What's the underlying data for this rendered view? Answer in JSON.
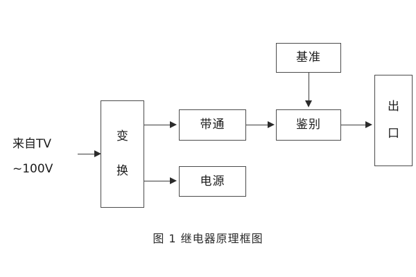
{
  "figure": {
    "caption": "图 1  继电器原理框图",
    "background_color": "#ffffff",
    "line_color": "#3a3a3a",
    "box_border_color": "#4a4a4a",
    "text_color": "#1b1b1b"
  },
  "source_label": {
    "line1": "来自TV",
    "line2": "~100V"
  },
  "blocks": [
    {
      "id": "convert",
      "label": "变换",
      "char1": "变",
      "char2": "换",
      "orientation": "vertical"
    },
    {
      "id": "bandpass",
      "label": "带通",
      "orientation": "horizontal"
    },
    {
      "id": "power",
      "label": "电源",
      "orientation": "horizontal"
    },
    {
      "id": "reference",
      "label": "基准",
      "orientation": "horizontal"
    },
    {
      "id": "discriminate",
      "label": "鉴别",
      "orientation": "horizontal"
    },
    {
      "id": "output",
      "label": "出口",
      "char1": "出",
      "char2": "口",
      "orientation": "vertical"
    }
  ],
  "connections": [
    {
      "from": "source",
      "to": "convert",
      "direction": "right"
    },
    {
      "from": "convert",
      "to": "bandpass",
      "direction": "right"
    },
    {
      "from": "convert",
      "to": "power",
      "direction": "right"
    },
    {
      "from": "bandpass",
      "to": "discriminate",
      "direction": "right"
    },
    {
      "from": "reference",
      "to": "discriminate",
      "direction": "down"
    },
    {
      "from": "discriminate",
      "to": "output",
      "direction": "right"
    }
  ]
}
